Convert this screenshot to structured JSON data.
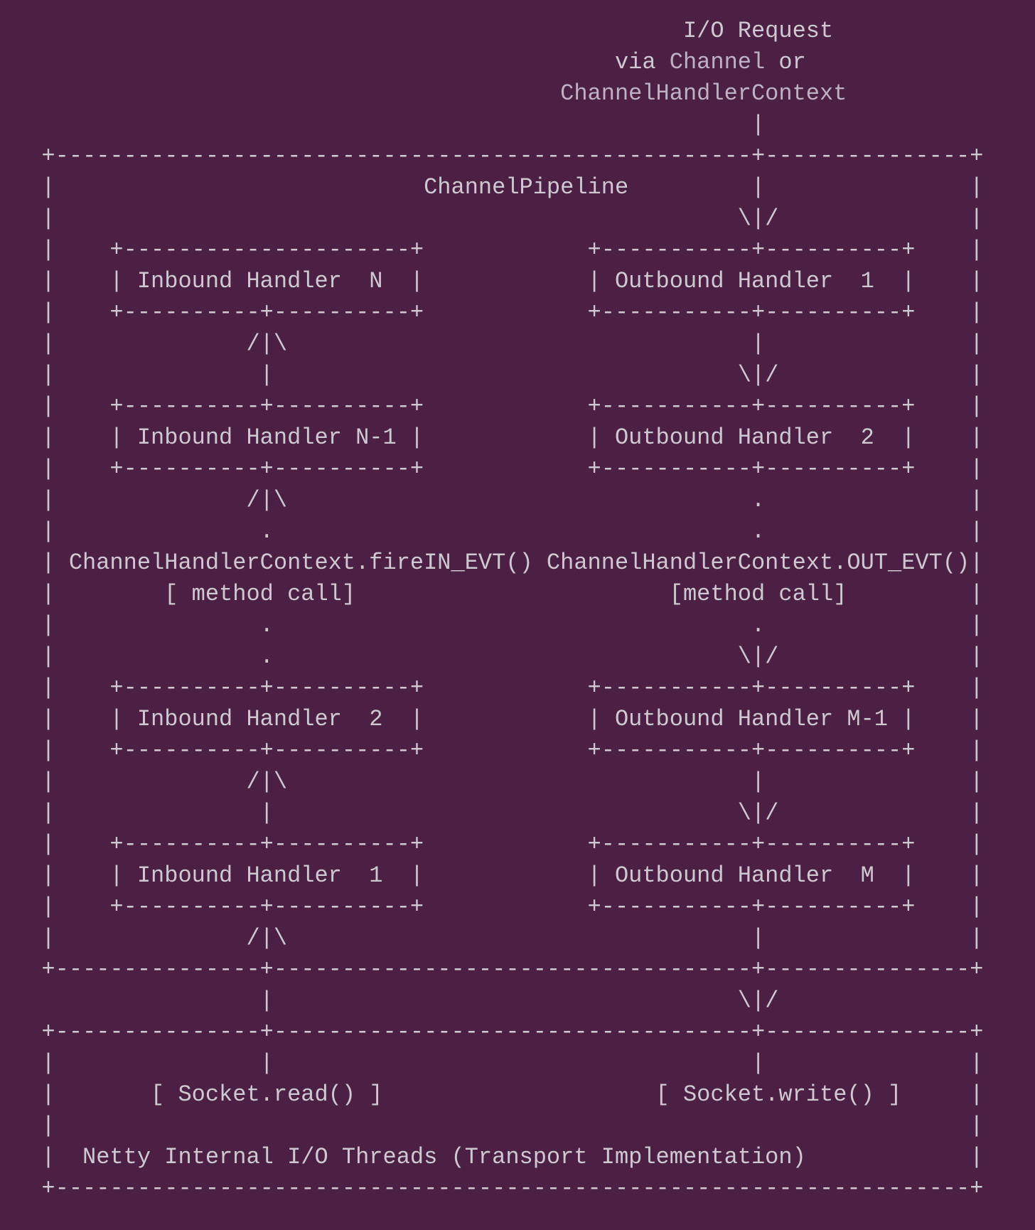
{
  "diagram": {
    "title": "ChannelPipeline",
    "lines": [
      "                                                 I/O Request",
      [
        {
          "text": "                                            via ",
          "hl": false
        },
        {
          "text": "Channel",
          "hl": true
        },
        {
          "text": " or",
          "hl": false
        }
      ],
      [
        {
          "text": "                                        ",
          "hl": false
        },
        {
          "text": "ChannelHandlerContext",
          "hl": true
        }
      ],
      "                                                      |",
      "  +---------------------------------------------------+---------------+",
      "  |                           ChannelPipeline         |               |",
      "  |                                                  \\|/              |",
      "  |    +---------------------+            +-----------+----------+    |",
      "  |    | Inbound Handler  N  |            | Outbound Handler  1  |    |",
      "  |    +----------+----------+            +-----------+----------+    |",
      "  |              /|\\                                  |               |",
      "  |               |                                  \\|/              |",
      "  |    +----------+----------+            +-----------+----------+    |",
      "  |    | Inbound Handler N-1 |            | Outbound Handler  2  |    |",
      "  |    +----------+----------+            +-----------+----------+    |",
      "  |              /|\\                                  .               |",
      "  |               .                                   .               |",
      "  | ChannelHandlerContext.fireIN_EVT() ChannelHandlerContext.OUT_EVT()|",
      "  |        [ method call]                       [method call]         |",
      "  |               .                                   .               |",
      "  |               .                                  \\|/              |",
      "  |    +----------+----------+            +-----------+----------+    |",
      "  |    | Inbound Handler  2  |            | Outbound Handler M-1 |    |",
      "  |    +----------+----------+            +-----------+----------+    |",
      "  |              /|\\                                  |               |",
      "  |               |                                  \\|/              |",
      "  |    +----------+----------+            +-----------+----------+    |",
      "  |    | Inbound Handler  1  |            | Outbound Handler  M  |    |",
      "  |    +----------+----------+            +-----------+----------+    |",
      "  |              /|\\                                  |               |",
      "  +---------------+-----------------------------------+---------------+",
      "                  |                                  \\|/",
      "  +---------------+-----------------------------------+---------------+",
      "  |               |                                   |               |",
      "  |       [ Socket.read() ]                    [ Socket.write() ]     |",
      "  |                                                                   |",
      "  |  Netty Internal I/O Threads (Transport Implementation)            |",
      "  +-------------------------------------------------------------------+"
    ]
  },
  "colors": {
    "background": "#4b2044",
    "text": "#cfc8d2",
    "highlight": "#bfb0c4"
  }
}
